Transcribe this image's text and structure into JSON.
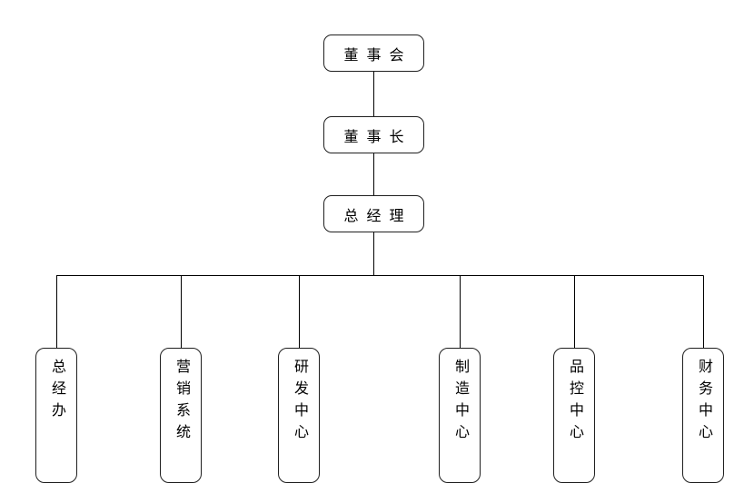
{
  "colors": {
    "background": "#ffffff",
    "box_fill": "#ffffff",
    "box_border": "#1f1f1f",
    "connector_line": "#000000",
    "text": "#000000"
  },
  "org_chart": {
    "executives": [
      {
        "id": "board-of-directors",
        "label": "董事会"
      },
      {
        "id": "chairman",
        "label": "董事长"
      },
      {
        "id": "general-manager",
        "label": "总经理"
      }
    ],
    "departments": [
      {
        "id": "gm-office",
        "label": "总经办"
      },
      {
        "id": "marketing-system",
        "label": "营销系统"
      },
      {
        "id": "rd-center",
        "label": "研发中心"
      },
      {
        "id": "manufacturing-center",
        "label": "制造中心"
      },
      {
        "id": "quality-control-center",
        "label": "品控中心"
      },
      {
        "id": "finance-center",
        "label": "财务中心"
      }
    ]
  }
}
